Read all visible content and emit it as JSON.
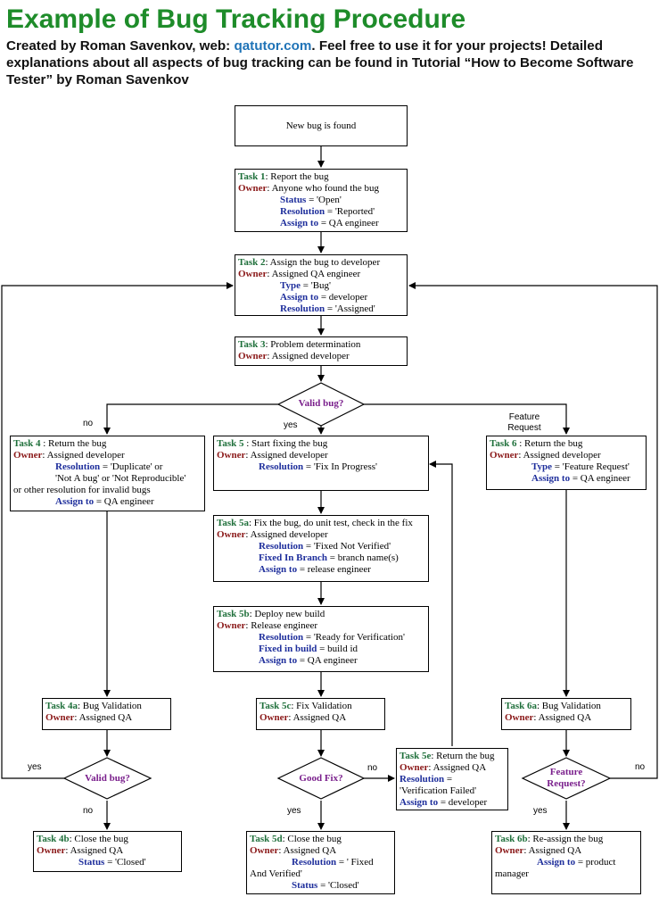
{
  "header": {
    "title": "Example of Bug Tracking Procedure",
    "subtitle_pre": "Created by Roman Savenkov, web: ",
    "subtitle_link": "qatutor.com",
    "subtitle_post": ". Feel free to use it for your projects! Detailed explanations about all aspects of bug tracking can be found in Tutorial “How to Become Software Tester” by Roman Savenkov"
  },
  "colors": {
    "title": "#1e8c2a",
    "link": "#1f73b7",
    "task": "#1e6f3a",
    "owner": "#8b1a1a",
    "field": "#1f2f9c",
    "decision": "#7a1f8c"
  },
  "nodes": {
    "start": {
      "text": "New bug is found"
    },
    "task1": {
      "task": "Task 1",
      "task_text": ": Report the bug",
      "owner": "Owner",
      "owner_text": ":  Anyone who found the bug",
      "f1": "Status",
      "v1": " = 'Open'",
      "f2": "Resolution",
      "v2": " =  'Reported'",
      "f3": "Assign to",
      "v3": " =  QA engineer"
    },
    "task2": {
      "task": "Task 2",
      "task_text": ": Assign the bug to developer",
      "owner": "Owner",
      "owner_text": ": Assigned QA engineer",
      "f1": "Type",
      "v1": " = 'Bug'",
      "f2": "Assign to",
      "v2": " = developer",
      "f3": "Resolution",
      "v3": " = 'Assigned'"
    },
    "task3": {
      "task": "Task 3",
      "task_text": ": Problem determination",
      "owner": "Owner",
      "owner_text": ": Assigned developer"
    },
    "dec_valid": {
      "text": "Valid bug?"
    },
    "task4": {
      "task": "Task 4",
      "task_text": " : Return the bug",
      "owner": "Owner",
      "owner_text": ": Assigned developer",
      "f1": "Resolution",
      "v1": " = 'Duplicate' or",
      "l2": "'Not A bug' or 'Not Reproducible'",
      "l3": "or other resolution for invalid bugs",
      "f4": "Assign to",
      "v4": " =  QA engineer"
    },
    "task5": {
      "task": "Task 5",
      "task_text": " :  Start fixing the bug",
      "owner": "Owner",
      "owner_text": ": Assigned developer",
      "f1": "Resolution",
      "v1": " = 'Fix In Progress'"
    },
    "task6": {
      "task": "Task 6",
      "task_text": " : Return the bug",
      "owner": "Owner",
      "owner_text": ": Assigned developer",
      "f1": "Type",
      "v1": " = 'Feature Request'",
      "f2": "Assign to",
      "v2": " =  QA engineer"
    },
    "task5a": {
      "task": "Task 5a",
      "task_text": ": Fix the bug, do unit test, check in the fix",
      "owner": "Owner",
      "owner_text": ": Assigned developer",
      "f1": "Resolution",
      "v1": " = 'Fixed Not Verified'",
      "f2": "Fixed In Branch",
      "v2": " = branch name(s)",
      "f3": "Assign to",
      "v3": " =  release engineer"
    },
    "task5b": {
      "task": "Task 5b",
      "task_text": ":  Deploy new build",
      "owner": "Owner",
      "owner_text": ": Release engineer",
      "f1": "Resolution",
      "v1": " = 'Ready for Verification'",
      "f2": "Fixed in build",
      "v2": " = build id",
      "f3": "Assign to",
      "v3": " =  QA engineer"
    },
    "task4a": {
      "task": "Task 4a",
      "task_text": ":  Bug Validation",
      "owner": "Owner",
      "owner_text": ": Assigned QA"
    },
    "task5c": {
      "task": "Task 5c",
      "task_text": ":  Fix Validation",
      "owner": "Owner",
      "owner_text": ": Assigned QA"
    },
    "task6a": {
      "task": "Task 6a",
      "task_text": ":  Bug Validation",
      "owner": "Owner",
      "owner_text": ": Assigned QA"
    },
    "dec_valid2": {
      "text": "Valid bug?"
    },
    "dec_goodfix": {
      "text": "Good Fix?"
    },
    "dec_feature": {
      "text1": "Feature",
      "text2": "Request?"
    },
    "task5e": {
      "task": "Task 5e",
      "task_text": ":  Return the bug",
      "owner": "Owner",
      "owner_text": ": Assigned QA",
      "f1": "Resolution",
      "v1": " =",
      "l2": "'Verification Failed'",
      "f3": "Assign to",
      "v3": " = developer"
    },
    "task4b": {
      "task": "Task 4b",
      "task_text": ":  Close the bug",
      "owner": "Owner",
      "owner_text": ": Assigned QA",
      "f1": "Status",
      "v1": " = 'Closed'"
    },
    "task5d": {
      "task": "Task 5d",
      "task_text": ":  Close the bug",
      "owner": "Owner",
      "owner_text": ": Assigned QA",
      "f1": "Resolution",
      "v1": " = ' Fixed",
      "l2": "And Verified'",
      "f3": "Status",
      "v3": " = 'Closed'"
    },
    "task6b": {
      "task": "Task 6b",
      "task_text": ":  Re-assign the bug",
      "owner": "Owner",
      "owner_text": ": Assigned QA",
      "f1": "Assign to",
      "v1": " = product",
      "l2": "manager"
    }
  },
  "edge_labels": {
    "no_left": "no",
    "yes_mid": "yes",
    "feature_request": "Feature Request",
    "yes_left": "yes",
    "no_4b": "no",
    "no_goodfix": "no",
    "yes_5d": "yes",
    "no_feature": "no",
    "yes_6b": "yes"
  }
}
